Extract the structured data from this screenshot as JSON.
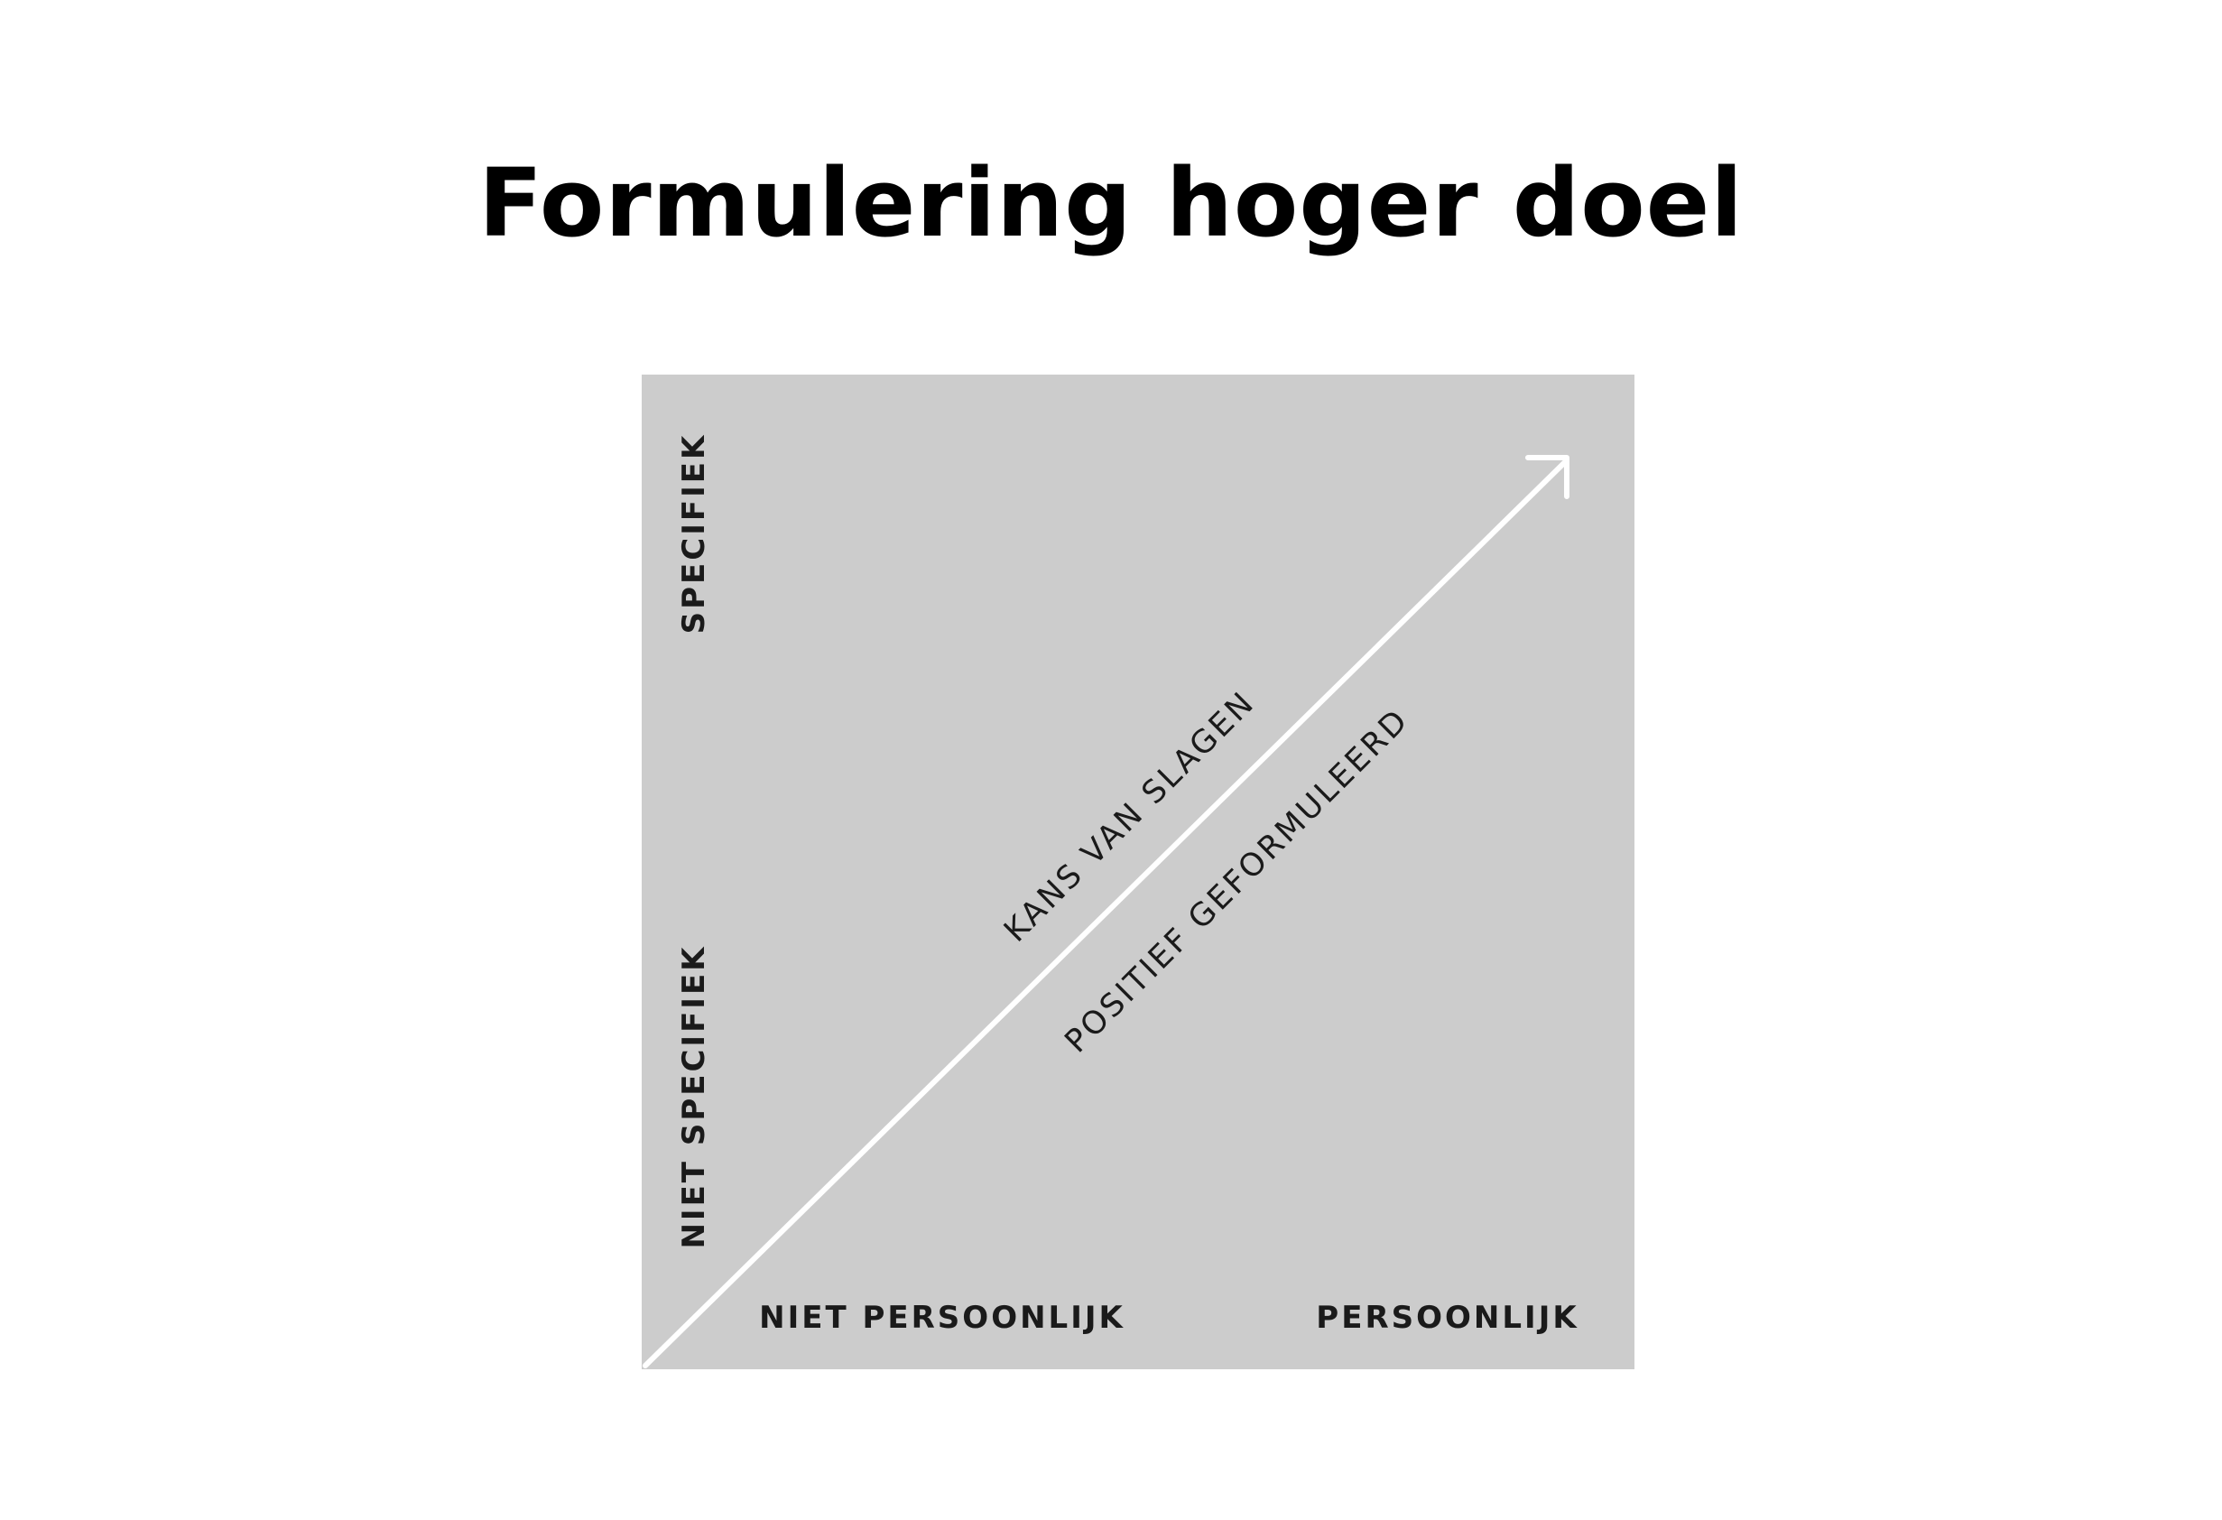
{
  "title": "Formulering hoger doel",
  "diagram": {
    "y_axis": {
      "top_label": "SPECIFIEK",
      "bottom_label": "NIET SPECIFIEK"
    },
    "x_axis": {
      "left_label": "NIET PERSOONLIJK",
      "right_label": "PERSOONLIJK"
    },
    "arrow": {
      "label_above": "KANS VAN SLAGEN",
      "label_below": "POSITIEF GEFORMULEERD"
    },
    "colors": {
      "background": "#cccccc",
      "arrow": "#ffffff",
      "text": "#1a1a1a"
    }
  }
}
